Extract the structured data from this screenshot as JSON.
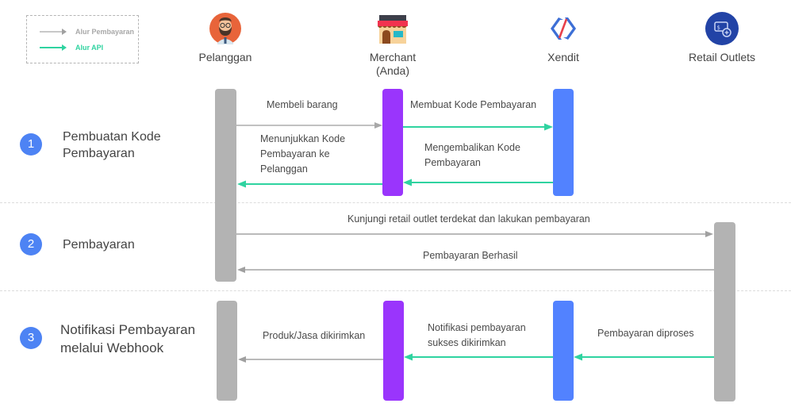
{
  "legend": {
    "payment_flow_label": "Alur Pembayaran",
    "api_flow_label": "Alur API"
  },
  "colors": {
    "payment_flow": "#b0b0b0",
    "api_flow": "#2fd3a0",
    "customer_bar": "#b3b3b3",
    "merchant_bar": "#9a35fc",
    "xendit_bar": "#5282ff",
    "retail_bar": "#b3b3b3",
    "step_badge": "#4d83f4"
  },
  "actors": [
    {
      "name": "Pelanggan",
      "icon": "customer-avatar-icon"
    },
    {
      "name": "Merchant\n(Anda)",
      "icon": "storefront-icon"
    },
    {
      "name": "Xendit",
      "icon": "xendit-logo-icon"
    },
    {
      "name": "Retail Outlets",
      "icon": "cash-payment-icon"
    }
  ],
  "steps": [
    {
      "number": "1",
      "label": "Pembuatan Kode\nPembayaran"
    },
    {
      "number": "2",
      "label": "Pembayaran"
    },
    {
      "number": "3",
      "label": "Notifikasi Pembayaran\nmelalui Webhook"
    }
  ],
  "messages": [
    {
      "text": "Membeli barang",
      "from": "Pelanggan",
      "to": "Merchant",
      "flow": "payment"
    },
    {
      "text": "Membuat Kode Pembayaran",
      "from": "Merchant",
      "to": "Xendit",
      "flow": "api"
    },
    {
      "text": "Mengembalikan Kode\nPembayaran",
      "from": "Xendit",
      "to": "Merchant",
      "flow": "api"
    },
    {
      "text": "Menunjukkan Kode\nPembayaran ke\nPelanggan",
      "from": "Merchant",
      "to": "Pelanggan",
      "flow": "api"
    },
    {
      "text": "Kunjungi retail outlet terdekat dan lakukan pembayaran",
      "from": "Pelanggan",
      "to": "Retail Outlets",
      "flow": "payment"
    },
    {
      "text": "Pembayaran Berhasil",
      "from": "Retail Outlets",
      "to": "Pelanggan",
      "flow": "payment"
    },
    {
      "text": "Pembayaran diproses",
      "from": "Retail Outlets",
      "to": "Xendit",
      "flow": "api"
    },
    {
      "text": "Notifikasi pembayaran\nsukses dikirimkan",
      "from": "Xendit",
      "to": "Merchant",
      "flow": "api"
    },
    {
      "text": "Produk/Jasa dikirimkan",
      "from": "Merchant",
      "to": "Pelanggan",
      "flow": "payment"
    }
  ]
}
